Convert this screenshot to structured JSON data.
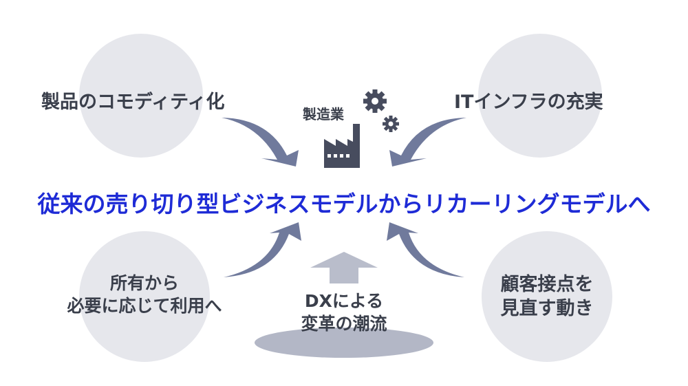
{
  "factory_label": "製造業",
  "top_left": "製品のコモディティ化",
  "top_right": "ITインフラの充実",
  "headline": "従来の売り切り型ビジネスモデルからリカーリングモデルへ",
  "bottom_left": [
    "所有から",
    "必要に応じて利用へ"
  ],
  "bottom_center": [
    "DXによる",
    "変革の潮流"
  ],
  "bottom_right": [
    "顧客接点を",
    "見直す動き"
  ],
  "colors": {
    "circle": "#e6e7ec",
    "arrow": "#707a9c",
    "headline": "#1e2bd6",
    "text": "#3a3f4b",
    "icon": "#474c5e",
    "up_arrow": "#b9bdcb",
    "ellipse": "#b3b7c6"
  },
  "icons": [
    "factory-icon",
    "gears-icon"
  ]
}
